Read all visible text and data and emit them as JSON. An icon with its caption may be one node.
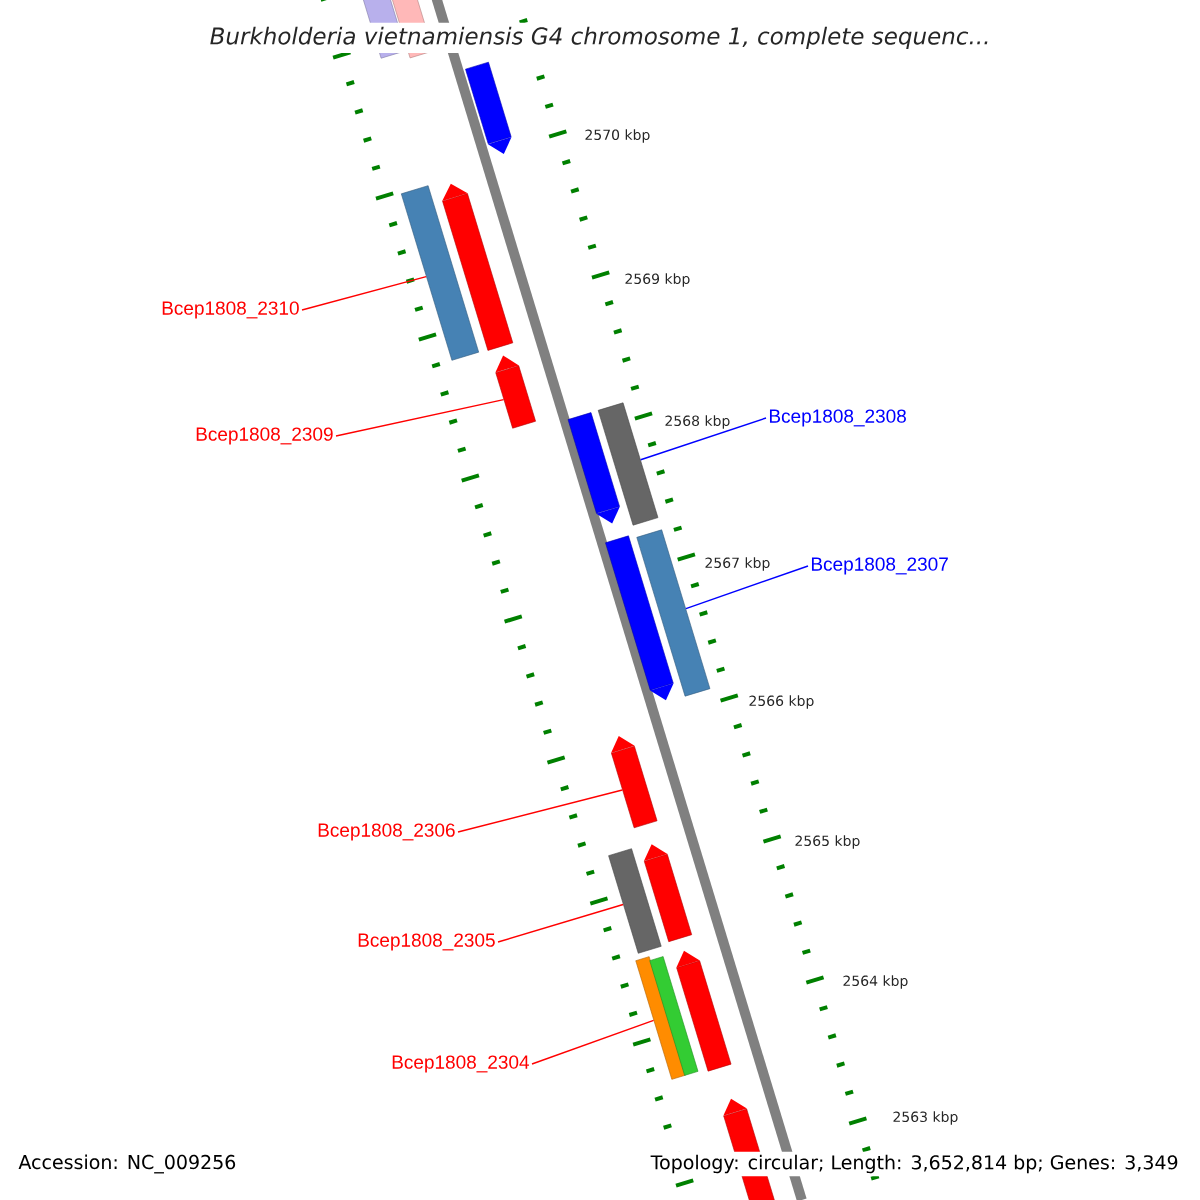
{
  "diagram": {
    "title": "Burkholderia vietnamiensis G4 chromosome 1, complete sequenc...",
    "nodes": [
      {
        "text": [],
        "shape": "bar"
      },
      {
        "text": [],
        "shape": "bar"
      },
      {
        "text": [],
        "shape": "bar"
      },
      {
        "text": [],
        "shape": "bar"
      },
      {
        "text": [],
        "shape": "bar"
      },
      {
        "text": [
          "Bcep1808_2310"
        ]
      },
      {
        "text": [],
        "shape": "bar"
      },
      {
        "text": [],
        "shape": "bar"
      },
      {
        "text": [],
        "shape": "bar"
      },
      {
        "text": [
          "Bcep1808_2308"
        ]
      },
      {
        "text": [
          "Bcep1808_2309"
        ]
      },
      {
        "text": [],
        "shape": "bar"
      },
      {
        "text": [],
        "shape": "bar"
      },
      {
        "text": [
          "Bcep1808_2307"
        ]
      },
      {
        "text": [],
        "shape": "bar"
      },
      {
        "text": [
          "Bcep1808_2306"
        ]
      },
      {
        "text": [],
        "shape": "bar"
      },
      {
        "text": [],
        "shape": "bar"
      },
      {
        "text": [
          "Bcep1808_2305"
        ]
      },
      {
        "text": [],
        "shape": "bar"
      },
      {
        "text": [],
        "shape": "bar"
      },
      {
        "text": [],
        "shape": "bar"
      },
      {
        "text": [
          "Bcep1808_2304"
        ]
      },
      {
        "text": [],
        "shape": "bar"
      }
    ],
    "edges": [
      {
        "from": 5,
        "to": 4,
        "arrow": "none"
      },
      {
        "from": 10,
        "to": 6,
        "arrow": "none"
      },
      {
        "from": 9,
        "to": 7,
        "arrow": "none",
        "color": "#0000ff"
      },
      {
        "from": 13,
        "to": 11,
        "arrow": "none",
        "color": "#0000ff"
      },
      {
        "from": 15,
        "to": 14,
        "arrow": "none"
      },
      {
        "from": 18,
        "to": 17,
        "arrow": "none"
      },
      {
        "from": 22,
        "to": 20,
        "arrow": "none"
      }
    ],
    "labels": [
      "2570 kbp",
      "2569 kbp",
      "2568 kbp",
      "2567 kbp",
      "2566 kbp",
      "2565 kbp",
      "2564 kbp",
      "2563 kbp",
      "Accession: NC_009256",
      "Topology: circular; Length: 3,652,814 bp; Genes: 3,349"
    ]
  }
}
